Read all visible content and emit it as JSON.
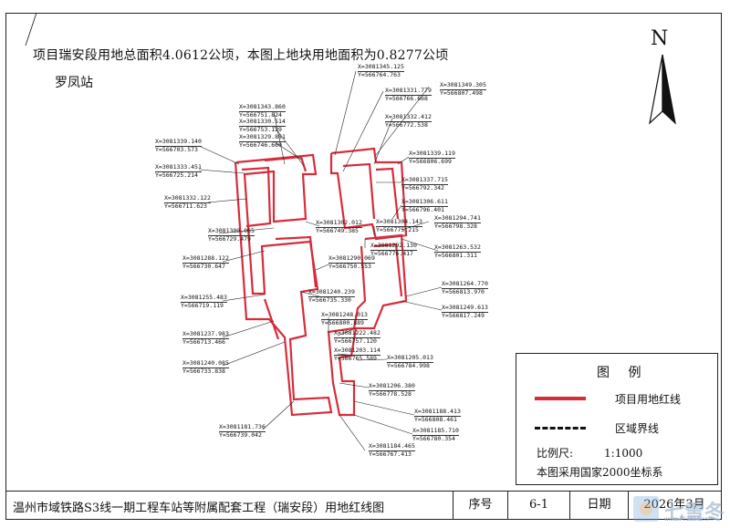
{
  "header": {
    "area_note": "项目瑞安段用地总面积4.0612公顷，本图上地块用地面积为0.8277公顷",
    "station_name": "罗凤站"
  },
  "north_arrow": {
    "label": "N"
  },
  "coordinates": [
    {
      "x": "X=3081345.125",
      "y": "Y=566764.763"
    },
    {
      "x": "X=3081349.305",
      "y": "Y=566807.498"
    },
    {
      "x": "X=3081331.779",
      "y": "Y=566766.668"
    },
    {
      "x": "X=3081343.860",
      "y": "Y=566751.824"
    },
    {
      "x": "X=3081330.514",
      "y": "Y=566753.129"
    },
    {
      "x": "X=3081332.412",
      "y": "Y=566772.538"
    },
    {
      "x": "X=3081329.881",
      "y": "Y=566746.660"
    },
    {
      "x": "X=3081339.140",
      "y": "Y=566703.573"
    },
    {
      "x": "X=3081339.119",
      "y": "Y=566806.699"
    },
    {
      "x": "X=3081333.451",
      "y": "Y=566725.214"
    },
    {
      "x": "X=3081337.715",
      "y": "Y=566792.342"
    },
    {
      "x": "X=3081332.122",
      "y": "Y=566711.623"
    },
    {
      "x": "X=3081306.611",
      "y": "Y=566796.401"
    },
    {
      "x": "X=3081302.012",
      "y": "Y=566749.385"
    },
    {
      "x": "X=3081304.143",
      "y": "Y=566775.215"
    },
    {
      "x": "X=3081294.741",
      "y": "Y=566798.328"
    },
    {
      "x": "X=3081300.065",
      "y": "Y=566729.479"
    },
    {
      "x": "X=3081292.130",
      "y": "Y=566776.417"
    },
    {
      "x": "X=3081263.532",
      "y": "Y=566801.311"
    },
    {
      "x": "X=3081288.122",
      "y": "Y=566730.647"
    },
    {
      "x": "X=3081290.069",
      "y": "Y=566750.553"
    },
    {
      "x": "X=3081264.770",
      "y": "Y=566813.970"
    },
    {
      "x": "X=3081255.483",
      "y": "Y=566719.119"
    },
    {
      "x": "X=3081240.239",
      "y": "Y=566735.330"
    },
    {
      "x": "X=3081249.613",
      "y": "Y=566817.249"
    },
    {
      "x": "X=3081248.013",
      "y": "Y=566800.889"
    },
    {
      "x": "X=3081237.983",
      "y": "Y=566713.466"
    },
    {
      "x": "X=3081222.482",
      "y": "Y=566757.120"
    },
    {
      "x": "X=3081203.114",
      "y": "Y=566765.589"
    },
    {
      "x": "X=3081205.013",
      "y": "Y=566784.998"
    },
    {
      "x": "X=3081240.085",
      "y": "Y=566733.838"
    },
    {
      "x": "X=3081206.380",
      "y": "Y=566778.528"
    },
    {
      "x": "X=3081188.413",
      "y": "Y=566808.461"
    },
    {
      "x": "X=3081181.736",
      "y": "Y=566739.042"
    },
    {
      "x": "X=3081185.710",
      "y": "Y=566780.354"
    },
    {
      "x": "X=3081184.465",
      "y": "Y=566767.413"
    }
  ],
  "legend": {
    "title": "图 例",
    "red_line_label": "项目用地红线",
    "boundary_label": "区域界线",
    "scale_label": "比例尺:",
    "scale_value": "1:1000",
    "coord_system": "本图采用国家2000坐标系",
    "red_color": "#d62d3b"
  },
  "title_block": {
    "title": "温州市域铁路S3线一期工程车站等附属配套工程（瑞安段）用地红线图",
    "seq_label": "序号",
    "seq_value": "6-1",
    "date_label": "日期",
    "date_value": "2026年3月"
  },
  "watermark": {
    "text": "七雪冬",
    "url": "www.703804.com"
  }
}
